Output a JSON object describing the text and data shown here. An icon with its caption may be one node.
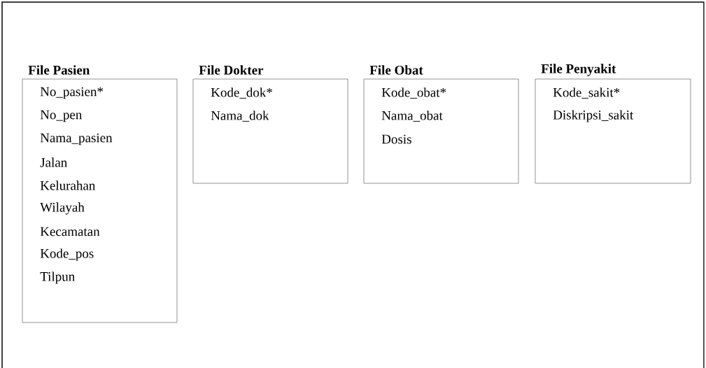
{
  "diagram": {
    "nodes": [
      {
        "text": [
          "File Pasien",
          "No_pasien*",
          "No_pen",
          "Nama_pasien",
          "Jalan",
          "Kelurahan",
          "Wilayah",
          "Kecamatan",
          "Kode_pos",
          "Tilpun"
        ]
      },
      {
        "text": [
          "File Dokter",
          "Kode_dok*",
          "Nama_dok"
        ]
      },
      {
        "text": [
          "File Obat",
          "Kode_obat*",
          "Nama_obat",
          "Dosis"
        ]
      },
      {
        "text": [
          "File Penyakit",
          "Kode_sakit*",
          "Diskripsi_sakit"
        ]
      }
    ]
  }
}
